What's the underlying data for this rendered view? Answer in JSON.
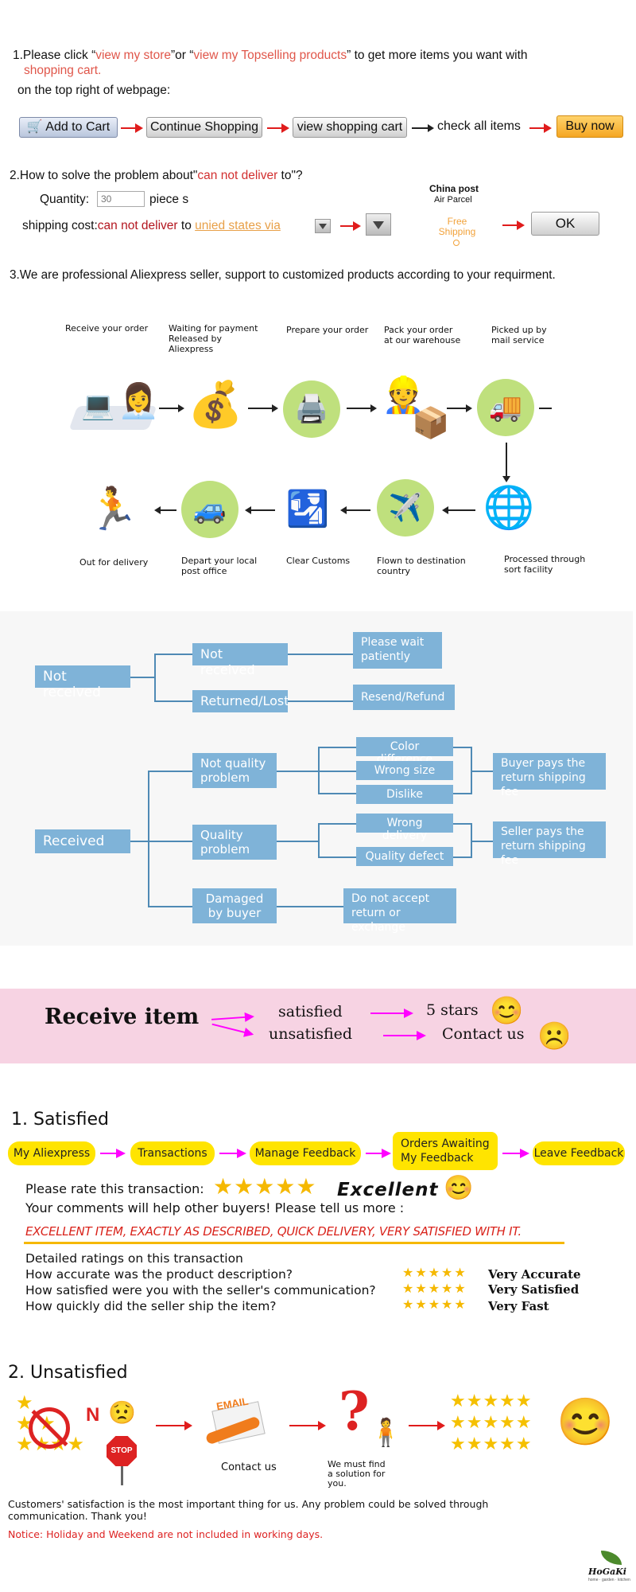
{
  "section1": {
    "num": "1.Please click “",
    "link1": "view my store",
    "mid": "”or “",
    "link2": "view my Topselling products",
    "tail": "” to get more items you want with",
    "link3": "shopping cart.",
    "line2": "on the top right of webpage:",
    "buttons": {
      "add_to_cart": "Add to Cart",
      "continue": "Continue Shopping",
      "view_cart": "view shopping cart",
      "check": "check all items",
      "buy_now": "Buy now"
    }
  },
  "section2": {
    "title_a": "2.How to solve the problem about\"",
    "title_red": "can not deliver",
    "title_b": " to\"?",
    "quantity_label": "Quantity:",
    "quantity_value": "30",
    "quantity_unit": "piece s",
    "shipping_label": "shipping cost:",
    "shipping_red": "can not deliver",
    "shipping_to": " to ",
    "shipping_link": "unied states via",
    "china_post": "China post",
    "air_parcel": "Air Parcel",
    "free_shipping": "Free Shipping",
    "ok": "OK"
  },
  "section3": {
    "title": "3.We are professional Aliexpress seller, support to customized products according to your requirment.",
    "steps_top": [
      "Receive your order",
      "Waiting for payment Released by Aliexpress",
      "Prepare your order",
      "Pack your order at our warehouse",
      "Picked up by mail service"
    ],
    "steps_bottom": [
      "Out for delivery",
      "Depart your local post office",
      "Clear Customs",
      "Flown to destination country",
      "Processed through sort facility"
    ]
  },
  "tree": {
    "not_received": "Not received",
    "nr_children": [
      "Not received",
      "Returned/Lost"
    ],
    "nr_results": [
      "Please wait patiently",
      "Resend/Refund"
    ],
    "received": "Received",
    "r_children": [
      "Not quality problem",
      "Quality problem",
      "Damaged by buyer"
    ],
    "nq_reasons": [
      "Color difference",
      "Wrong size",
      "Dislike"
    ],
    "q_reasons": [
      "Wrong delivery",
      "Quality defect"
    ],
    "buyer_pays": "Buyer pays the return shipping fee",
    "seller_pays": "Seller pays the return shipping fee",
    "no_accept": "Do not accept return or exchange"
  },
  "receive": {
    "title": "Receive item",
    "satisfied": "satisfied",
    "unsatisfied": "unsatisfied",
    "five_stars": "5 stars",
    "contact": "Contact us"
  },
  "satisfied": {
    "heading": "1. Satisfied",
    "steps": [
      "My Aliexpress",
      "Transactions",
      "Manage Feedback",
      "Orders Awaiting My Feedback",
      "Leave Feedback"
    ],
    "rate_label": "Please rate this transaction:",
    "excellent": "Excellent",
    "comments": "Your comments will help other buyers! Please tell us more :",
    "example": "EXCELLENT ITEM, EXACTLY AS DESCRIBED, QUICK DELIVERY, VERY SATISFIED WITH IT.",
    "detailed": "Detailed ratings on this transaction",
    "questions": [
      "How accurate was the product description?",
      "How satisfied were you with the seller's communication?",
      "How quickly did the seller ship the item?"
    ],
    "answers": [
      "Very Accurate",
      "Very Satisfied",
      "Very Fast"
    ]
  },
  "unsatisfied": {
    "heading": "2. Unsatisfied",
    "stop": "STOP",
    "n_letter": "N",
    "email": "EMAIL",
    "contact": "Contact us",
    "must_find": "We must find a solution for you.",
    "message": "Customers' satisfaction is the most important thing for us. Any problem could be solved through communication. Thank you!",
    "notice": "Notice: Holiday and Weekend are not included in working days."
  },
  "logo": {
    "text": "HoGaKi",
    "sub": "home · garden · kitchen"
  },
  "colors": {
    "tree_blue": "#7fb3d8",
    "pink_band": "#f7d3e3",
    "yellow": "#ffe400",
    "red": "#d23030"
  }
}
